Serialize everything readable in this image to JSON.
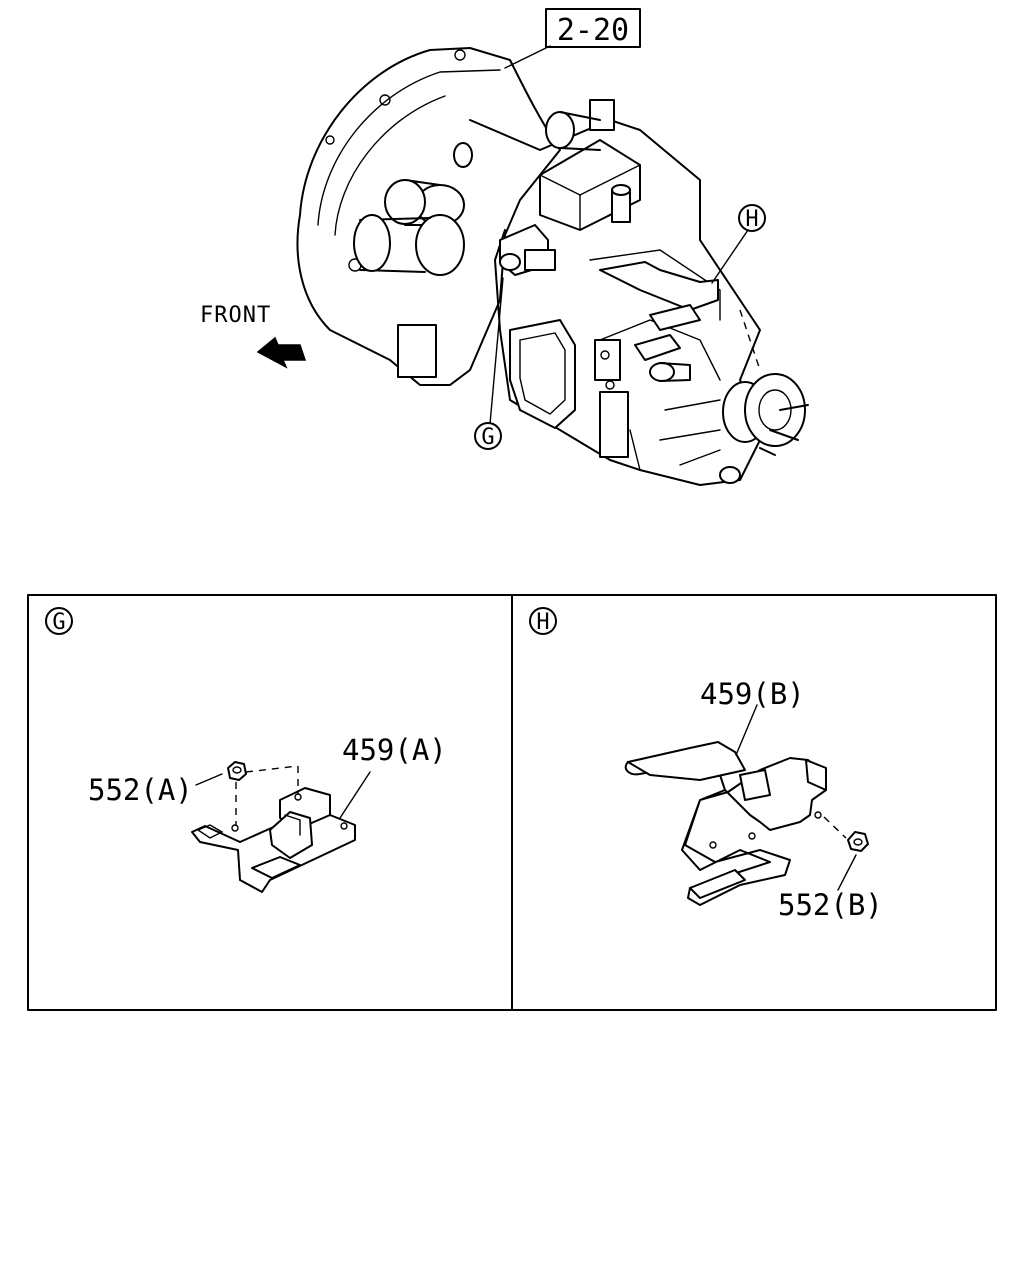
{
  "reference": "2-20",
  "front_label": "FRONT",
  "callouts": {
    "g": "G",
    "h": "H"
  },
  "panel_g": {
    "title": "G",
    "part_bracket": "459(A)",
    "part_nut": "552(A)"
  },
  "panel_h": {
    "title": "H",
    "part_bracket": "459(B)",
    "part_nut": "552(B)"
  }
}
